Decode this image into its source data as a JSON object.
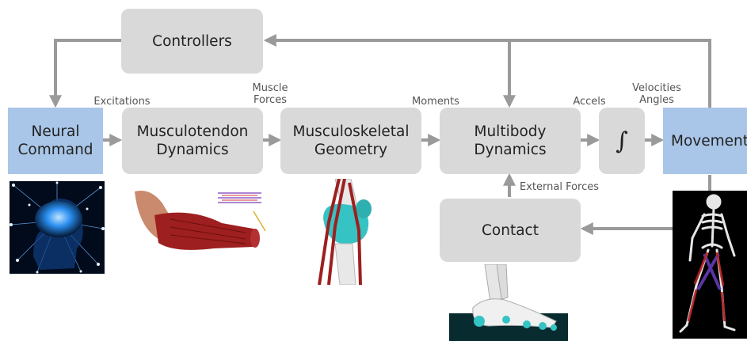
{
  "blocks": {
    "controllers": "Controllers",
    "neural_command": "Neural\nCommand",
    "musculotendon_dynamics": "Musculotendon\nDynamics",
    "musculoskeletal_geometry": "Musculoskeletal\nGeometry",
    "multibody_dynamics": "Multibody\nDynamics",
    "integrator": "∫",
    "movement": "Movement",
    "contact": "Contact"
  },
  "signals": {
    "excitations": "Excitations",
    "muscle_forces": "Muscle\nForces",
    "moments": "Moments",
    "accels": "Accels",
    "velocities_angles": "Velocities\nAngles",
    "external_forces": "External Forces"
  },
  "images": {
    "brain": "brain-image",
    "muscle": "muscle-fiber-image",
    "knee": "knee-joint-image",
    "foot": "foot-skeleton-image",
    "skeleton": "walking-skeleton-image"
  },
  "colors": {
    "block_gray": "#d9d9d9",
    "block_blue": "#a9c6e8",
    "arrow": "#9a9a9a",
    "muscle_red": "#9e1f1f",
    "teal": "#36c3c3",
    "brain_blue": "#2a8ff0"
  }
}
